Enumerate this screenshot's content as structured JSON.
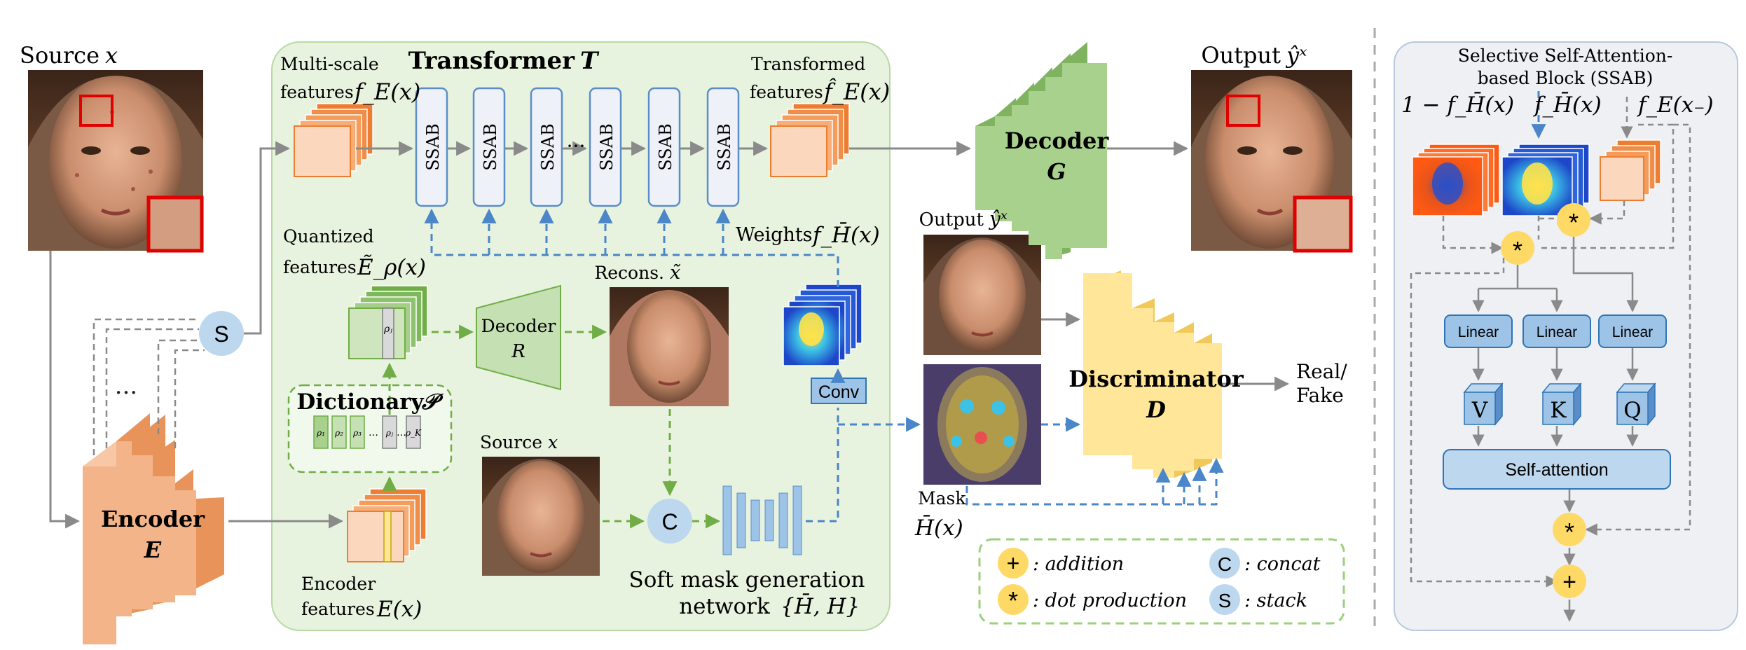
{
  "colors": {
    "transformer_bg": "#e8f3df",
    "transformer_border": "#9dc88a",
    "ssab_bg": "#eef2f8",
    "ssab_border": "#5b8ec9",
    "encoder": "#f3b48a",
    "decoder_g": "#a9d18e",
    "discriminator": "#ffe699",
    "dash_blue": "#4a86c8",
    "dash_green": "#70ad47",
    "gray_line": "#8a8a8a",
    "yellow_op": "#ffd966",
    "blue_circle": "#bdd7ee",
    "feature_orange": "#ed7d31",
    "feature_green": "#70ad47"
  },
  "left": {
    "source_title": "Source",
    "source_var": "x",
    "stack_symbol": "S",
    "ellipsis": "···",
    "encoder_name": "Encoder",
    "encoder_var": "E"
  },
  "transformer": {
    "title": "Transformer",
    "title_var": "T",
    "multiscale_line1": "Multi-scale",
    "multiscale_line2": "features",
    "multiscale_math": "f_E(x)",
    "ssab_labels": [
      "SSAB",
      "SSAB",
      "SSAB",
      "SSAB",
      "SSAB",
      "SSAB"
    ],
    "ellipsis": "···",
    "transformed_line1": "Transformed",
    "transformed_line2": "features",
    "transformed_math": "f̂_E(x)",
    "weights_label": "Weights",
    "weights_math": "f_H̄(x)",
    "quantized_line1": "Quantized",
    "quantized_line2": "features",
    "quantized_math": "Ẽ_ρ(x)",
    "decoder_r_name": "Decoder",
    "decoder_r_var": "R",
    "recons_label": "Recons.",
    "recons_math": "x̃",
    "dictionary_title": "Dictionary",
    "dictionary_var": "𝒫",
    "dictionary_items": [
      "ρ₁",
      "ρ₂",
      "ρ₃",
      "…",
      "ρⱼ",
      "…",
      "ρ_K"
    ],
    "quant_item": "ρⱼ",
    "conv_label": "Conv",
    "source2_label": "Source",
    "source2_var": "x",
    "concat_symbol": "C",
    "encoder_feat_line1": "Encoder",
    "encoder_feat_line2": "features",
    "encoder_feat_math": "E(x)",
    "softmask_line1": "Soft mask generation",
    "softmask_line2": "network",
    "softmask_math": "{H̄, H}"
  },
  "right_main": {
    "decoder_g_name": "Decoder",
    "decoder_g_var": "G",
    "output_title": "Output",
    "output_math": "ŷˣ",
    "output2_title": "Output",
    "output2_math": "ŷˣ",
    "mask_label": "Mask",
    "mask_math": "H̄(x)",
    "disc_name": "Discriminator",
    "disc_var": "D",
    "real_fake_line1": "Real/",
    "real_fake_line2": "Fake"
  },
  "legend": {
    "addition_symbol": "+",
    "addition_label": ": addition",
    "dot_symbol": "*",
    "dot_label": ": dot production",
    "concat_symbol": "C",
    "concat_label": ": concat",
    "stack_symbol": "S",
    "stack_label": ": stack"
  },
  "ssab_panel": {
    "title_line1": "Selective Self-Attention-",
    "title_line2": "based Block (SSAB)",
    "input1": "1 − f_H̄(x)",
    "input2": "f_H̄(x)",
    "input3": "f_E(x₋)",
    "dot_symbol": "*",
    "linear_labels": [
      "Linear",
      "Linear",
      "Linear"
    ],
    "vkq": [
      "V",
      "K",
      "Q"
    ],
    "self_attention": "Self-attention",
    "add_symbol": "+"
  }
}
